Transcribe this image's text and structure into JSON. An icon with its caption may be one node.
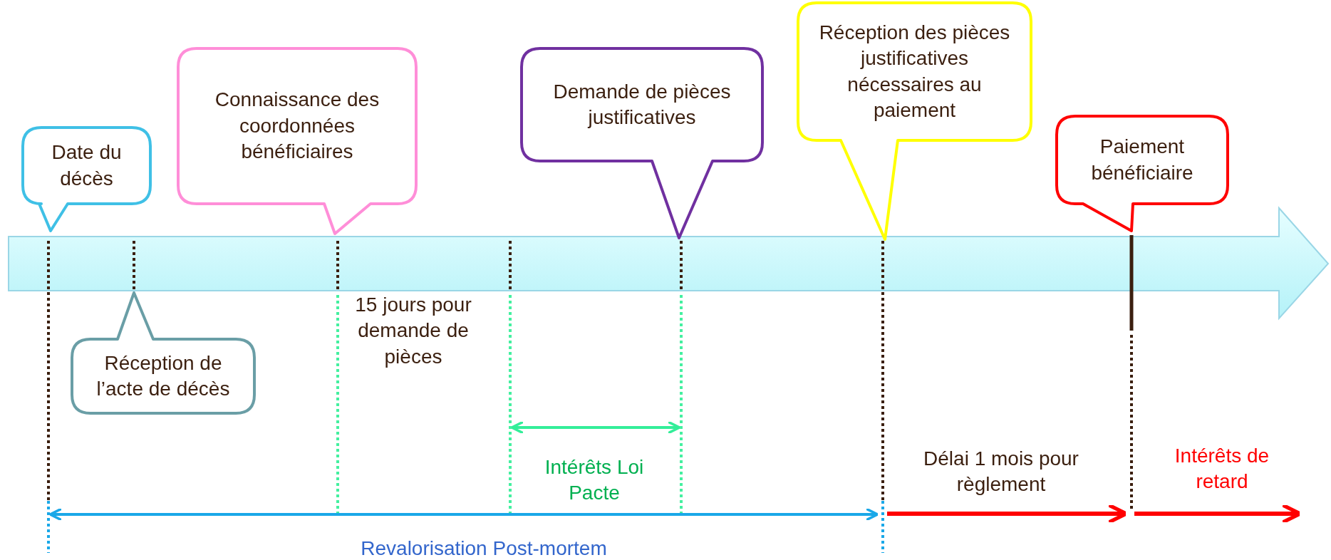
{
  "diagram": {
    "nodes": [
      {
        "text": [
          "Date du décès"
        ]
      },
      {
        "text": [
          "Connaissance des coordonnées bénéficiaires"
        ]
      },
      {
        "text": [
          "Demande de pièces justificatives"
        ]
      },
      {
        "text": [
          "Réception des pièces justificatives nécessaires au paiement"
        ]
      },
      {
        "text": [
          "Paiement bénéficiaire"
        ]
      },
      {
        "text": [
          "Réception de l’acte de décès"
        ]
      }
    ],
    "edges": [],
    "labels": [
      "15 jours pour demande de pièces",
      "Intérêts Loi Pacte",
      "Délai 1 mois pour règlement",
      "Intérêts de retard",
      "Revalorisation Post-mortem"
    ]
  }
}
